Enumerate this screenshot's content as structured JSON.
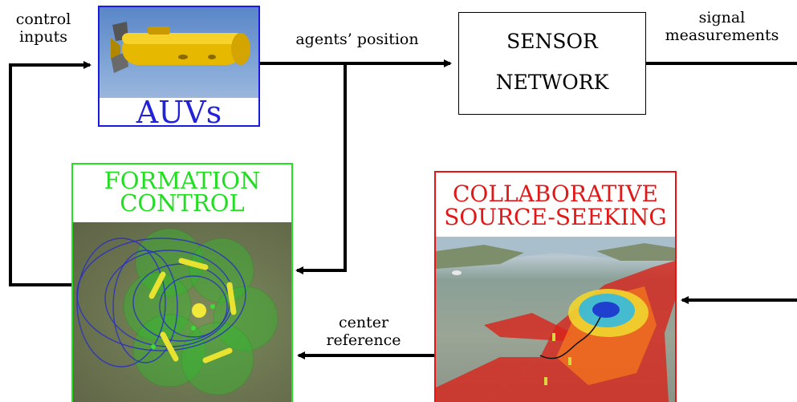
{
  "labels": {
    "control_inputs": [
      "control",
      "inputs"
    ],
    "agents_position": "agents’ position",
    "signal_measurements": [
      "signal",
      "measurements"
    ],
    "center_reference": [
      "center",
      "reference"
    ]
  },
  "blocks": {
    "auvs": {
      "title": "AUVs",
      "border_color": "#1a1ae0"
    },
    "sensor_network": {
      "lines": [
        "SENSOR",
        "NETWORK"
      ]
    },
    "formation_control": {
      "lines": [
        "FORMATION",
        "CONTROL"
      ],
      "border_color": "#22e022"
    },
    "source_seeking": {
      "lines": [
        "COLLABORATIVE",
        "SOURCE-SEEKING"
      ],
      "border_color": "#e01818"
    }
  }
}
